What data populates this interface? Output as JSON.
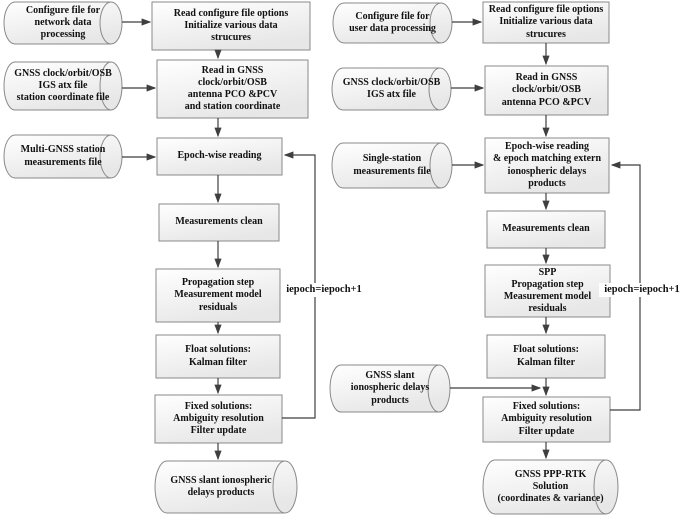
{
  "colors": {
    "box_border": "#8a8a8a",
    "box_fill_top": "#ffffff",
    "box_fill_bottom": "#e7e7e7",
    "arrow": "#3f3f3f",
    "text": "#111111"
  },
  "left": {
    "config_input": "Configure file for\nnetwork data\nprocessing",
    "read_config": "Read configure file options\nInitialize various data\nstrucures",
    "products_input": "GNSS clock/orbit/OSB\nIGS atx file\nstation coordinate file",
    "read_products": "Read in GNSS\nclock/orbit/OSB\nantenna PCO &PCV\nand station coordinate",
    "measurements_input": "Multi-GNSS station\nmeasurements file",
    "epoch_reading": "Epoch-wise reading",
    "clean": "Measurements clean",
    "propagation": "Propagation step\nMeasurement model\nresiduals",
    "float_solutions": "Float solutions:\nKalman filter",
    "fixed_solutions": "Fixed solutions:\nAmbiguity resolution\nFilter update",
    "output": "GNSS slant ionospheric\ndelays products",
    "loop": "iepoch=iepoch+1"
  },
  "right": {
    "config_input": "Configure file for\nuser data processing",
    "read_config": "Read configure file options\nInitialize various data\nstrucures",
    "products_input": "GNSS clock/orbit/OSB\nIGS atx file",
    "read_products": "Read in GNSS\nclock/orbit/OSB\nantenna PCO &PCV",
    "measurements_input": "Single-station\nmeasurements file",
    "epoch_reading": "Epoch-wise reading\n& epoch matching extern\nionospheric delays\nproducts",
    "clean": "Measurements clean",
    "spp_propagation": "SPP\nPropagation step\nMeasurement model\nresiduals",
    "float_solutions": "Float solutions:\nKalman filter",
    "iono_input": "GNSS slant\nionospheric delays\nproducts",
    "fixed_solutions": "Fixed solutions:\nAmbiguity resolution\nFilter update",
    "output": "GNSS PPP-RTK\nSolution\n(coordinates & variance)",
    "loop": "iepoch=iepoch+1"
  }
}
